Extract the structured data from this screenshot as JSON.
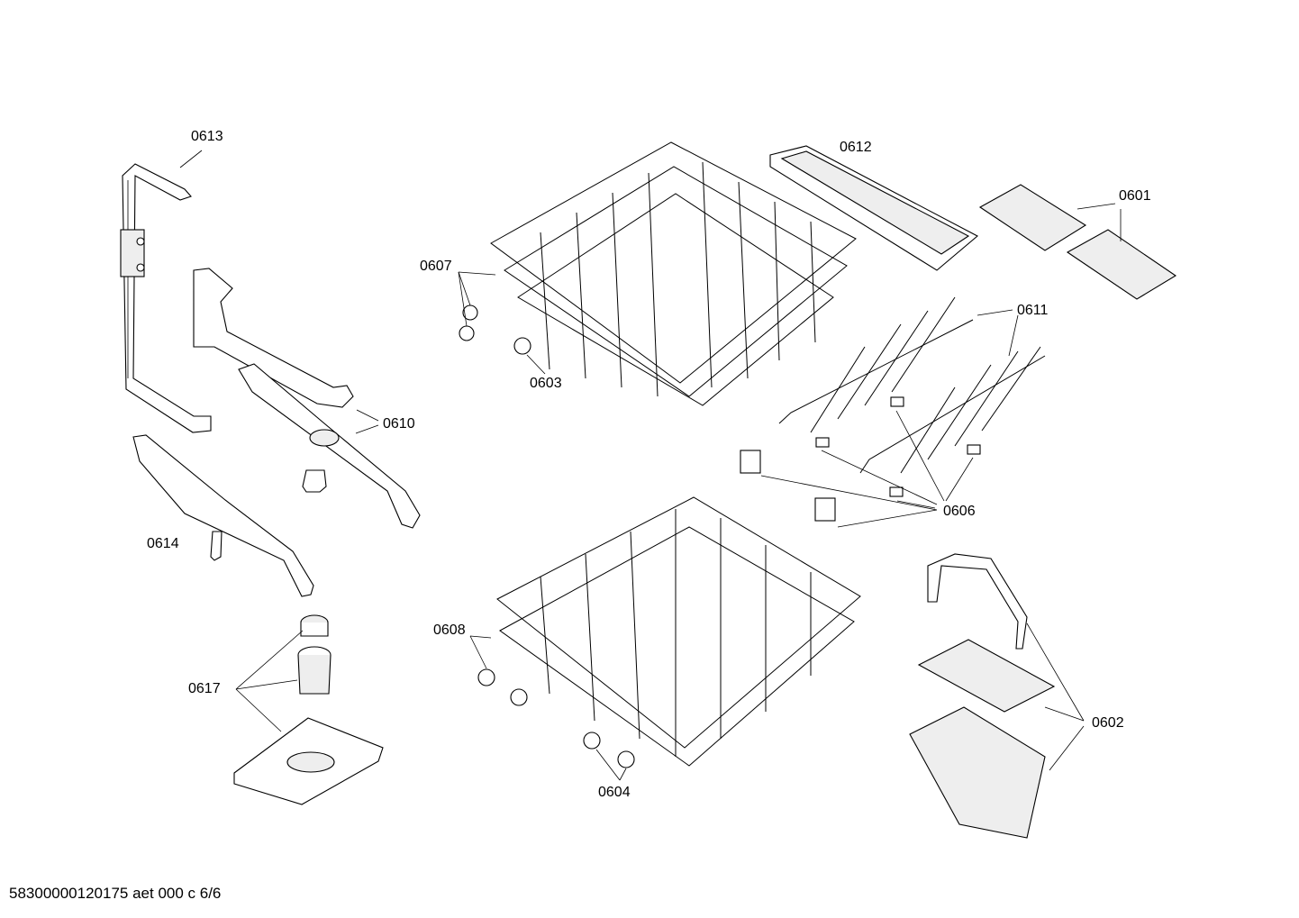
{
  "labels": {
    "p0613": "0613",
    "p0612": "0612",
    "p0601": "0601",
    "p0607": "0607",
    "p0603": "0603",
    "p0611": "0611",
    "p0610": "0610",
    "p0606": "0606",
    "p0614": "0614",
    "p0608": "0608",
    "p0617": "0617",
    "p0602": "0602",
    "p0604": "0604"
  },
  "footer": "58300000120175 aet 000 c 6/6"
}
